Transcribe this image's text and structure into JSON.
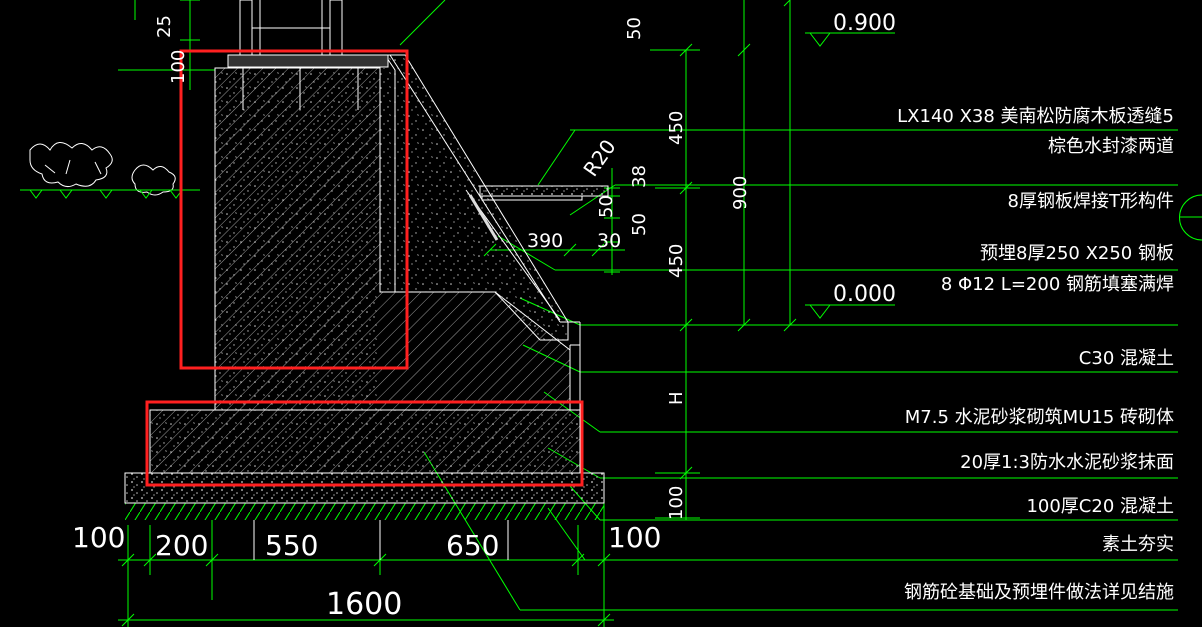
{
  "drawing": {
    "elevations": {
      "top": "0.900",
      "ground": "0.000"
    },
    "radius_label": "R20",
    "height_label": "H",
    "dims_vertical_left": [
      "25",
      "100"
    ],
    "dims_vertical_right": [
      "50",
      "450",
      "38",
      "50",
      "50",
      "450",
      "900",
      "100"
    ],
    "dims_inline": [
      "390",
      "30"
    ],
    "dims_bottom": [
      "100",
      "200",
      "550",
      "650",
      "100"
    ],
    "dim_total": "1600",
    "notes": [
      "LX140 X38 美南松防腐木板透缝5",
      "棕色水封漆两道",
      "8厚钢板焊接T形构件",
      "预埋8厚250 X250 钢板",
      "8 Φ12 L=200 钢筋填塞满焊",
      "C30 混凝土",
      "M7.5 水泥砂浆砌筑MU15 砖砌体",
      "20厚1:3防水水泥砂浆抹面",
      "100厚C20 混凝土",
      "素土夯实",
      "钢筋砼基础及预埋件做法详见结施"
    ]
  },
  "colors": {
    "background": "#000000",
    "dimension": "#00ff00",
    "text": "#ffffff",
    "outline": "#ffffff",
    "highlight": "#ff2020",
    "hatch": "#bbbbbb"
  }
}
